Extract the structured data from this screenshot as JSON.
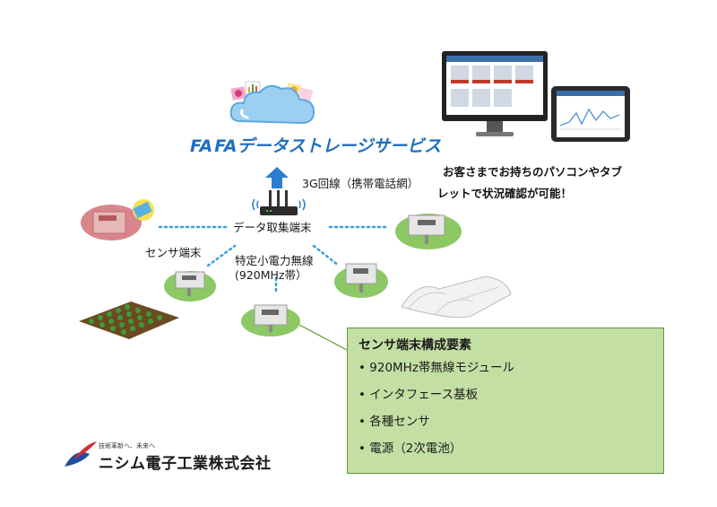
{
  "service": {
    "logo_mark": "FA",
    "title": "FAデータストレージサービス"
  },
  "network": {
    "uplink_label": "3G回線（携帯電話網）",
    "gateway_label": "データ取集端末",
    "sensor_label": "センサ端末",
    "radio_label_line1": "特定小電力無線",
    "radio_label_line2": "(920MHz帯）"
  },
  "client": {
    "caption_line1": "お客さまでお持ちのパソコンやタブ",
    "caption_line2": "レットで状況確認が可能！"
  },
  "components": {
    "title": "センサ端末構成要素",
    "items": [
      "920MHz帯無線モジュール",
      "インタフェース基板",
      "各種センサ",
      "電源（2次電池）"
    ]
  },
  "company": {
    "tagline": "技術革新へ、未来へ",
    "name": "ニシム電子工業株式会社"
  },
  "colors": {
    "brand_blue": "#1e6fc0",
    "box_fill": "#c4dfa4",
    "box_border": "#5a9a36",
    "dotted_link": "#3aa0d8"
  },
  "icons": {
    "cloud": "cloud-icon",
    "upload_arrow": "up-arrow-icon",
    "router": "router-icon",
    "monitor": "monitor-icon",
    "tablet": "tablet-icon",
    "sensor": "sensor-device-icon",
    "company_logo": "company-logo-icon"
  }
}
